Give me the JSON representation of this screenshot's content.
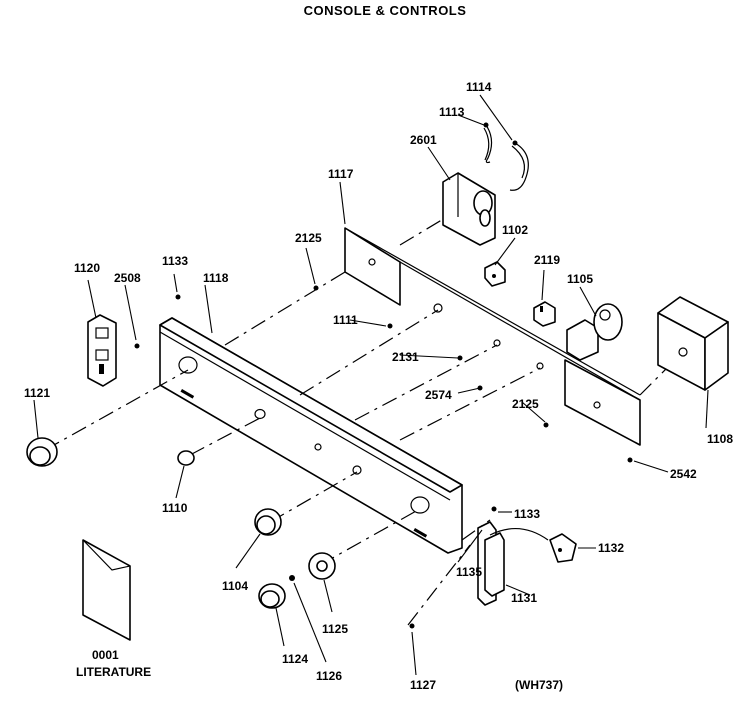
{
  "title": "CONSOLE & CONTROLS",
  "diagram_code": "(WH737)",
  "literature_number": "0001",
  "literature_label": "LITERATURE",
  "labels": {
    "p1114": "1114",
    "p1113": "1113",
    "p2601": "2601",
    "p1117": "1117",
    "p1102": "1102",
    "p2125a": "2125",
    "p2119": "2119",
    "p1105": "1105",
    "p1120": "1120",
    "p2508": "2508",
    "p1133a": "1133",
    "p1118": "1118",
    "p1111": "1111",
    "p2131": "2131",
    "p2574": "2574",
    "p2125b": "2125",
    "p1108": "1108",
    "p1121": "1121",
    "p2542": "2542",
    "p1133b": "1133",
    "p1132": "1132",
    "p1110": "1110",
    "p1104": "1104",
    "p1135": "1135",
    "p1131": "1131",
    "p1125": "1125",
    "p1124": "1124",
    "p1126": "1126",
    "p1127": "1127"
  }
}
